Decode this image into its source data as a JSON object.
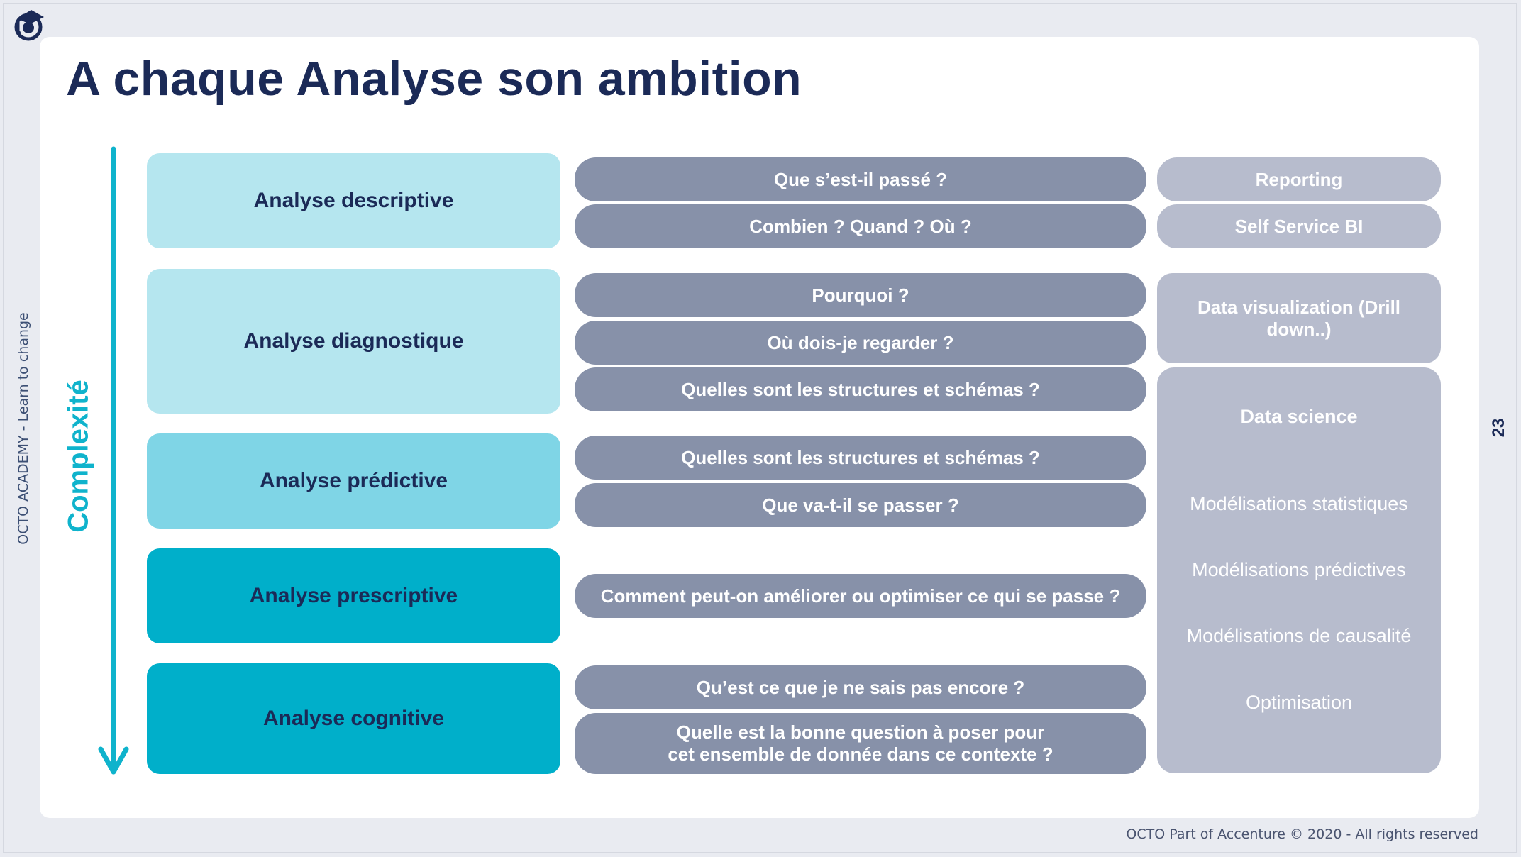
{
  "slide": {
    "title": "A chaque Analyse son ambition",
    "side_text": "OCTO ACADEMY - Learn to change",
    "page_number": "23",
    "footer": "OCTO Part of Accenture © 2020 - All rights reserved",
    "axis_label": "Complexité",
    "logo_icon": "octo-owl-logo-icon"
  },
  "analyses": [
    {
      "label": "Analyse descriptive"
    },
    {
      "label": "Analyse diagnostique"
    },
    {
      "label": "Analyse prédictive"
    },
    {
      "label": "Analyse prescriptive"
    },
    {
      "label": "Analyse cognitive"
    }
  ],
  "questions": [
    "Que s’est-il passé ?",
    "Combien ? Quand ? Où ?",
    "Pourquoi ?",
    "Où dois-je regarder ?",
    "Quelles sont les structures et schémas ?",
    "Quelles sont les structures et schémas ?",
    "Que va-t-il se passer ?",
    "Comment peut-on améliorer ou optimiser ce qui se passe ?",
    "Qu’est ce que je ne sais pas encore ?",
    "Quelle est la bonne question à poser pour\ncet ensemble de donnée dans ce contexte ?"
  ],
  "tools": {
    "reporting": "Reporting",
    "self_service_bi": "Self Service BI",
    "data_visualization": "Data visualization (Drill down..)",
    "data_science": {
      "heading": "Data science",
      "items": [
        "Modélisations statistiques",
        "Modélisations prédictives",
        "Modélisations de causalité",
        "Optimisation"
      ]
    }
  },
  "colors": {
    "navy": "#1b2a57",
    "cyan_accent": "#0fb3cc",
    "analysis_light": "#b5e6ef",
    "analysis_medium": "#7fd5e6",
    "analysis_dark": "#00afca",
    "question_fill": "#8791a9",
    "tool_fill": "#b7bccd"
  }
}
